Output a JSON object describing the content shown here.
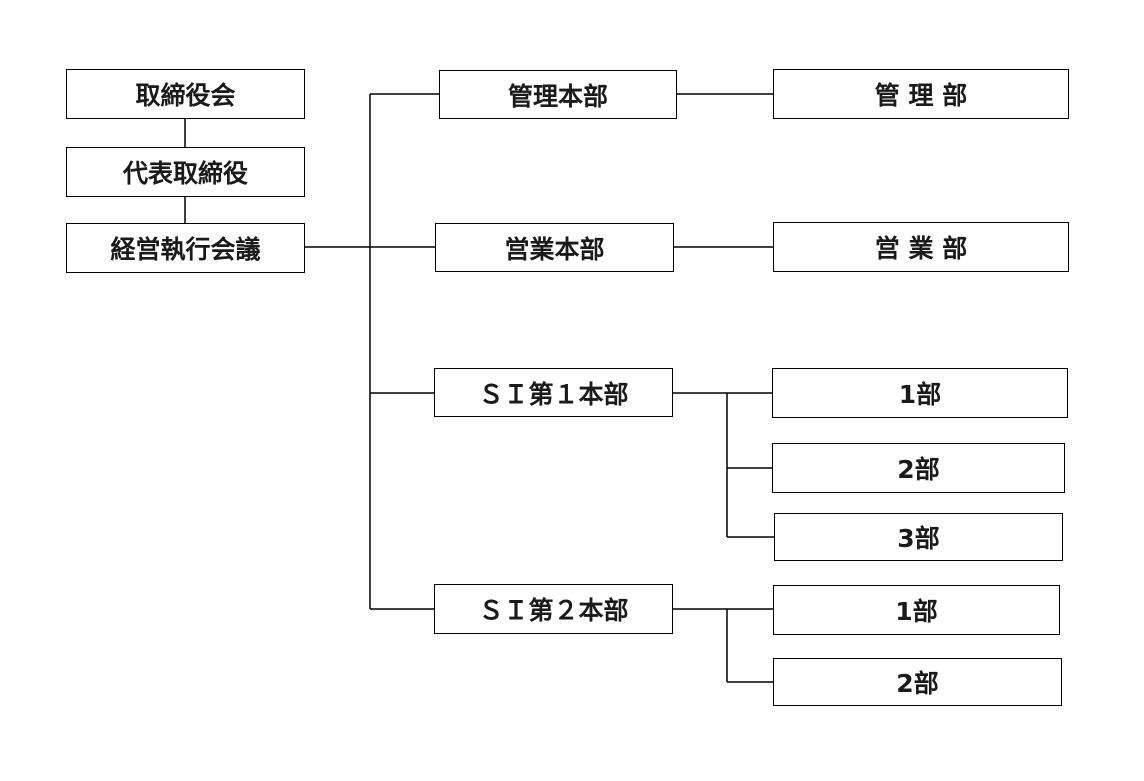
{
  "org_chart": {
    "executive": {
      "board": "取締役会",
      "president": "代表取締役",
      "management_committee": "経営執行会議"
    },
    "divisions": [
      {
        "name": "管理本部",
        "departments": [
          "管 理 部"
        ]
      },
      {
        "name": "営業本部",
        "departments": [
          "営 業 部"
        ]
      },
      {
        "name": "ＳＩ第１本部",
        "departments": [
          "1部",
          "2部",
          "3部"
        ]
      },
      {
        "name": "ＳＩ第２本部",
        "departments": [
          "1部",
          "2部"
        ]
      }
    ]
  }
}
